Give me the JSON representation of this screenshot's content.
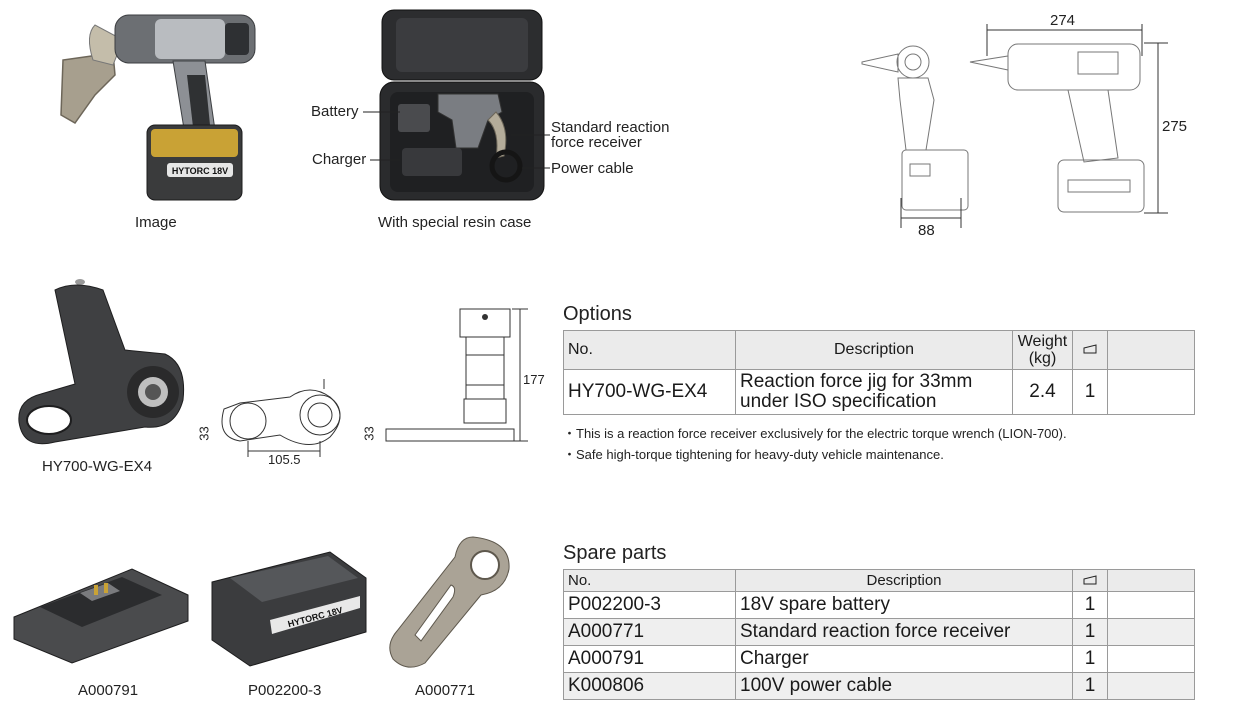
{
  "captions": {
    "image": "Image",
    "case": "With special resin case",
    "option_product": "HY700-WG-EX4",
    "spare_charger": "A000791",
    "spare_battery": "P002200-3",
    "spare_receiver": "A000771"
  },
  "case_callouts": {
    "battery": "Battery",
    "charger": "Charger",
    "receiver_line1": "Standard reaction",
    "receiver_line2": "force receiver",
    "power_cable": "Power cable"
  },
  "branding": {
    "battery_label": "HYTORC 18V"
  },
  "dimensions": {
    "length": "274",
    "height": "275",
    "width": "88",
    "jig_height": "177",
    "jig_width": "105.5",
    "jig_hex_left": "33",
    "jig_hex_right": "33"
  },
  "options": {
    "title": "Options",
    "headers": {
      "no": "No.",
      "description": "Description",
      "weight_line1": "Weight",
      "weight_line2": "(kg)",
      "qty_icon": "box-icon"
    },
    "row": {
      "no": "HY700-WG-EX4",
      "description_line1": "Reaction force jig for 33mm",
      "description_line2": "under ISO specification",
      "weight": "2.4",
      "qty": "1"
    },
    "notes": [
      "・This is a reaction force receiver exclusively for the electric torque wrench (LION-700).",
      "・Safe high-torque tightening for heavy-duty vehicle maintenance."
    ]
  },
  "spare_parts": {
    "title": "Spare parts",
    "headers": {
      "no": "No.",
      "description": "Description",
      "qty_icon": "box-icon"
    },
    "rows": [
      {
        "no": "P002200-3",
        "description": "18V spare battery",
        "qty": "1"
      },
      {
        "no": "A000771",
        "description": "Standard reaction force receiver",
        "qty": "1"
      },
      {
        "no": "A000791",
        "description": "Charger",
        "qty": "1"
      },
      {
        "no": "K000806",
        "description": "100V power cable",
        "qty": "1"
      }
    ]
  }
}
